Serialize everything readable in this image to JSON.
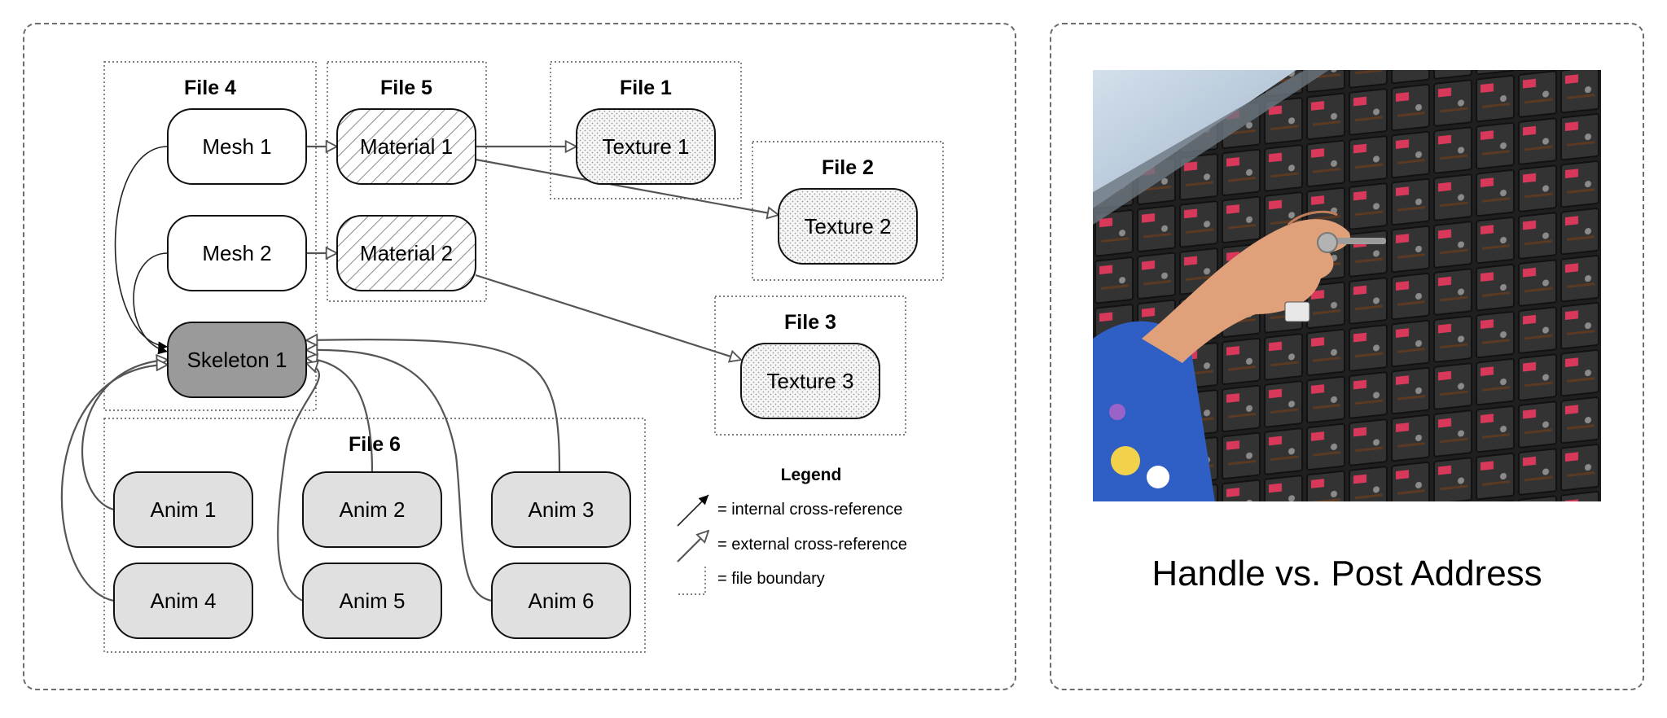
{
  "diagram": {
    "files": [
      {
        "id": "file4",
        "title": "File 4"
      },
      {
        "id": "file5",
        "title": "File 5"
      },
      {
        "id": "file1",
        "title": "File 1"
      },
      {
        "id": "file2",
        "title": "File 2"
      },
      {
        "id": "file3",
        "title": "File 3"
      },
      {
        "id": "file6",
        "title": "File 6"
      }
    ],
    "nodes": {
      "mesh1": "Mesh 1",
      "mesh2": "Mesh 2",
      "skeleton1": "Skeleton 1",
      "material1": "Material 1",
      "material2": "Material 2",
      "texture1": "Texture 1",
      "texture2": "Texture 2",
      "texture3": "Texture 3",
      "anim1": "Anim 1",
      "anim2": "Anim 2",
      "anim3": "Anim 3",
      "anim4": "Anim 4",
      "anim5": "Anim 5",
      "anim6": "Anim 6"
    },
    "edges": [
      {
        "from": "mesh1",
        "to": "material1",
        "kind": "external"
      },
      {
        "from": "mesh2",
        "to": "material2",
        "kind": "external"
      },
      {
        "from": "material1",
        "to": "texture1",
        "kind": "external"
      },
      {
        "from": "material1",
        "to": "texture2",
        "kind": "external"
      },
      {
        "from": "material2",
        "to": "texture3",
        "kind": "external"
      },
      {
        "from": "mesh1",
        "to": "skeleton1",
        "kind": "internal"
      },
      {
        "from": "mesh2",
        "to": "skeleton1",
        "kind": "internal"
      },
      {
        "from": "anim1",
        "to": "skeleton1",
        "kind": "external"
      },
      {
        "from": "anim2",
        "to": "skeleton1",
        "kind": "external"
      },
      {
        "from": "anim3",
        "to": "skeleton1",
        "kind": "external"
      },
      {
        "from": "anim4",
        "to": "skeleton1",
        "kind": "external"
      },
      {
        "from": "anim5",
        "to": "skeleton1",
        "kind": "external"
      },
      {
        "from": "anim6",
        "to": "skeleton1",
        "kind": "external"
      }
    ],
    "legend": {
      "title": "Legend",
      "internal": "= internal cross-reference",
      "external": "= external cross-reference",
      "boundary": "= file boundary"
    }
  },
  "photo": {
    "icon": "hand-with-key-at-mailboxes",
    "colors": {
      "sky": "#b9cbdc",
      "mailbox": "#2a2a2a",
      "label": "#d8385a",
      "sleeve": "#2f5fc4"
    }
  },
  "caption": "Handle vs. Post Address"
}
